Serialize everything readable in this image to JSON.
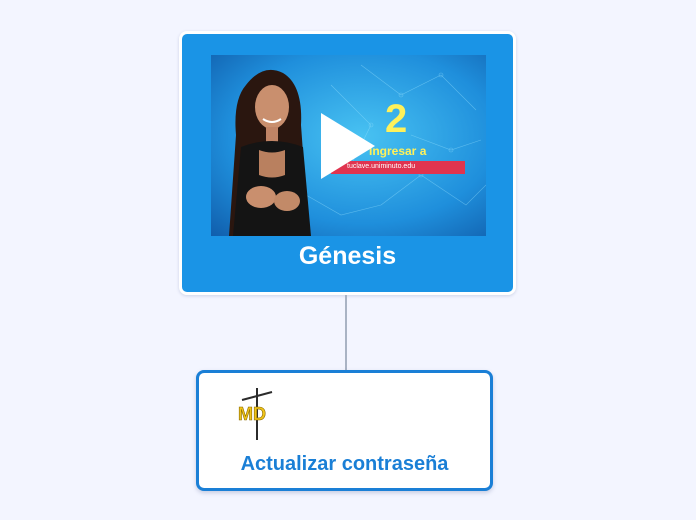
{
  "colors": {
    "background": "#f3f5ff",
    "root_fill": "#1a94e6",
    "child_border": "#1a7fd6",
    "connector": "#a9b3c4",
    "thumb_text": "#fff15a",
    "thumb_bar": "#e0344f"
  },
  "root_node": {
    "title": "Génesis",
    "video": {
      "step_number": "2",
      "caption": "Ingresar a",
      "url_text": "tuclave.uniminuto.edu",
      "overlay_icon": "play-icon"
    }
  },
  "child_node": {
    "title": "Actualizar contraseña",
    "logo_icon": "md-logo-icon",
    "logo_text": "MD"
  }
}
